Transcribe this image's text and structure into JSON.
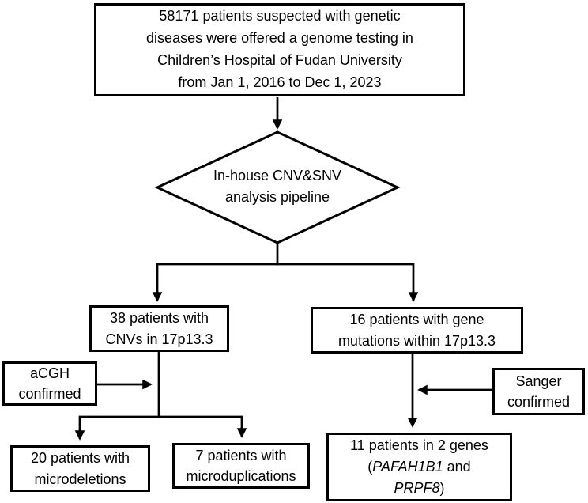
{
  "diagram": {
    "background_color": "#ffffff",
    "line_color": "#000000",
    "cohort_box": {
      "lines": [
        "58171 patients suspected with genetic",
        "diseases were offered a genome testing in",
        "Children’s Hospital of Fudan University",
        "from Jan 1, 2016 to Dec 1, 2023"
      ]
    },
    "decision_diamond": {
      "lines": [
        "In-house CNV&SNV",
        "analysis pipeline"
      ]
    },
    "cnv_box": {
      "lines": [
        "38 patients with",
        "CNVs in 17p13.3"
      ]
    },
    "snv_box": {
      "lines": [
        "16 patients with gene",
        "mutations within 17p13.3"
      ]
    },
    "acgh_box": {
      "lines": [
        "aCGH",
        "confirmed"
      ]
    },
    "sanger_box": {
      "lines": [
        "Sanger",
        "confirmed"
      ]
    },
    "microdeletion_box": {
      "lines": [
        "20 patients with",
        "microdeletions"
      ]
    },
    "microduplication_box": {
      "lines": [
        "7 patients with",
        "microduplications"
      ]
    },
    "genes_box": {
      "line1": "11 patients in 2 genes",
      "open_paren": "(",
      "gene1": "PAFAH1B1",
      "and_word": " and",
      "gene2": "PRPF8",
      "close_paren": ")"
    }
  }
}
